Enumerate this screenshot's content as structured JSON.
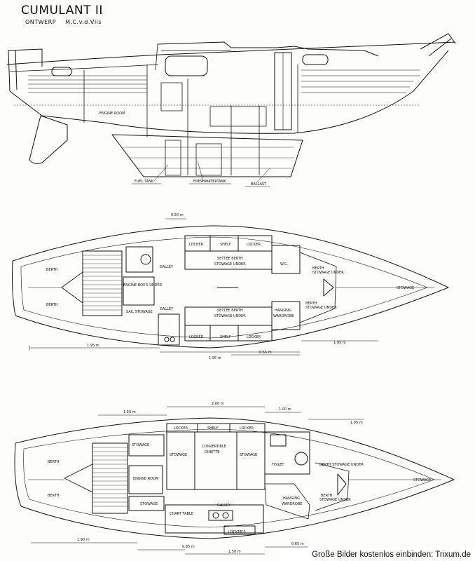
{
  "header": {
    "title": "CUMULANT II",
    "subtitle": "ONTWERP",
    "designer": "M.C.v.d.Vlis"
  },
  "profile": {
    "engine_room": "ENGINE ROOM",
    "fuel_tank": "FUEL TANK",
    "freshwater_tank": "FRESHWATERTANK",
    "ballast": "BALLAST"
  },
  "plan1": {
    "dim_top": "0.50 m",
    "berth_top": "BERTH",
    "berth_bottom": "BERTH",
    "galley_top": "GALLEY",
    "galley_bottom": "GALLEY",
    "engine_box": "ENGINE BOX'S UNDER",
    "sail_stowage": "SAIL STOWAGE",
    "locker_top": "LOCKER",
    "shelf_top": "SHELF",
    "locker_top2": "LOCKER",
    "settee_top": "SETTEE BERTH",
    "stowage_under_top": "STOWAGE UNDER",
    "wc": "W.C.",
    "berth_stowage_top": "BERTH",
    "berth_stowage_top2": "STOWAGE UNDER",
    "settee_bottom": "SETTEE BERTH",
    "stowage_under_bottom": "STOWAGE UNDER",
    "hanging": "HANGING",
    "wardrobe": "WARDROBE",
    "berth_stowage_bot": "BERTH",
    "berth_stowage_bot2": "STOWAGE UNDER",
    "stowage_bow": "STOWAGE",
    "locker_b1": "LOCKER",
    "shelf_b": "SHELF",
    "locker_b2": "LOCKER",
    "dim_left": "1.95 m",
    "dim_mid": "1.95 m",
    "dim_right": "0.65 m",
    "dim_far": "1.95 m"
  },
  "plan2": {
    "dim_a": "1.50 m",
    "dim_b": "2.00 m",
    "dim_c": "1.00 m",
    "dim_d": "1.95 m",
    "locker1": "LOCKER",
    "shelf": "SHELF",
    "locker2": "LOCKER",
    "stowage_tl": "STOWAGE",
    "stowage_l": "STOWAGE",
    "convertible": "CONVERTIBLE",
    "dinette": "DINETTE",
    "stowage_r": "STOWAGE",
    "toilet": "TOILET",
    "berth_top": "BERTH",
    "berth_bottom": "BERTH",
    "engine_room": "ENGINE ROOM",
    "berth_su": "BERTH STOWAGE UNDER",
    "stowage_bow": "STOWAGE",
    "stowage_bl": "STOWAGE",
    "galley": "GALLEY",
    "chart_table": "CHART TABLE",
    "hanging": "HANGING",
    "wardrobe": "WARDROBE",
    "berth_su2": "BERTH",
    "berth_su3": "STOWAGE UNDER",
    "lockers": "LOCKER'S",
    "dim_e": "1.90 m",
    "dim_f": "0.85 m",
    "dim_g": "1.50 m",
    "dim_h": "0.65 m"
  },
  "footer": {
    "text": "Große Bilder kostenlos einbinden: Trixum.de"
  }
}
